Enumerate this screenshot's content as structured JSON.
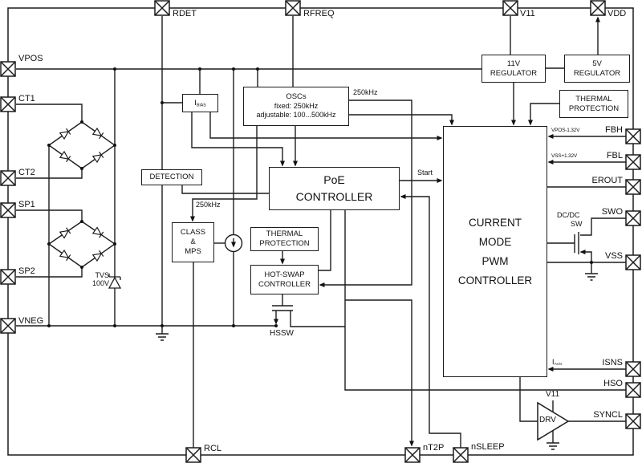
{
  "pins": {
    "rdet": "RDET",
    "rfreq": "RFREQ",
    "v11": "V11",
    "vdd": "VDD",
    "vpos": "VPOS",
    "ct1": "CT1",
    "ct2": "CT2",
    "sp1": "SP1",
    "sp2": "SP2",
    "vneg": "VNEG",
    "fbh": "FBH",
    "fbl": "FBL",
    "erout": "EROUT",
    "swo": "SWO",
    "vss": "VSS",
    "isns": "ISNS",
    "hso": "HSO",
    "syncl": "SYNCL",
    "rcl": "RCL",
    "nt2p": "nT2P",
    "nsleep": "nSLEEP"
  },
  "blocks": {
    "osc": {
      "l1": "OSCs",
      "l2": "fixed: 250kHz",
      "l3": "adjustable: 100...500kHz"
    },
    "ibias": {
      "main": "I",
      "sub": "BIAS"
    },
    "detection": "DETECTION",
    "poe": {
      "l1": "PoE",
      "l2": "CONTROLLER"
    },
    "class_mps": {
      "l1": "CLASS",
      "l2": "&",
      "l3": "MPS"
    },
    "thermal_mid": {
      "l1": "THERMAL",
      "l2": "PROTECTION"
    },
    "hot_swap": {
      "l1": "HOT-SWAP",
      "l2": "CONTROLLER"
    },
    "reg_11v": {
      "l1": "11V",
      "l2": "REGULATOR"
    },
    "reg_5v": {
      "l1": "5V",
      "l2": "REGULATOR"
    },
    "thermal_top": {
      "l1": "THERMAL",
      "l2": "PROTECTION"
    },
    "pwm": {
      "l1": "CURRENT",
      "l2": "MODE",
      "l3": "PWM",
      "l4": "CONTROLLER"
    },
    "drv": "DRV"
  },
  "wire_labels": {
    "osc_out": "250kHz",
    "class_clk": "250kHz",
    "start": "Start",
    "fbh_ref": "VPOS-1.32V",
    "fbl_ref": "VSS+1.32V",
    "iavg_main": "I",
    "iavg_sub": "AVG",
    "dcdc_l1": "DC/DC",
    "dcdc_l2": "SW",
    "drv_supply": "V11",
    "tvs_l1": "TVS",
    "tvs_l2": "100V",
    "hssw": "HSSW"
  }
}
